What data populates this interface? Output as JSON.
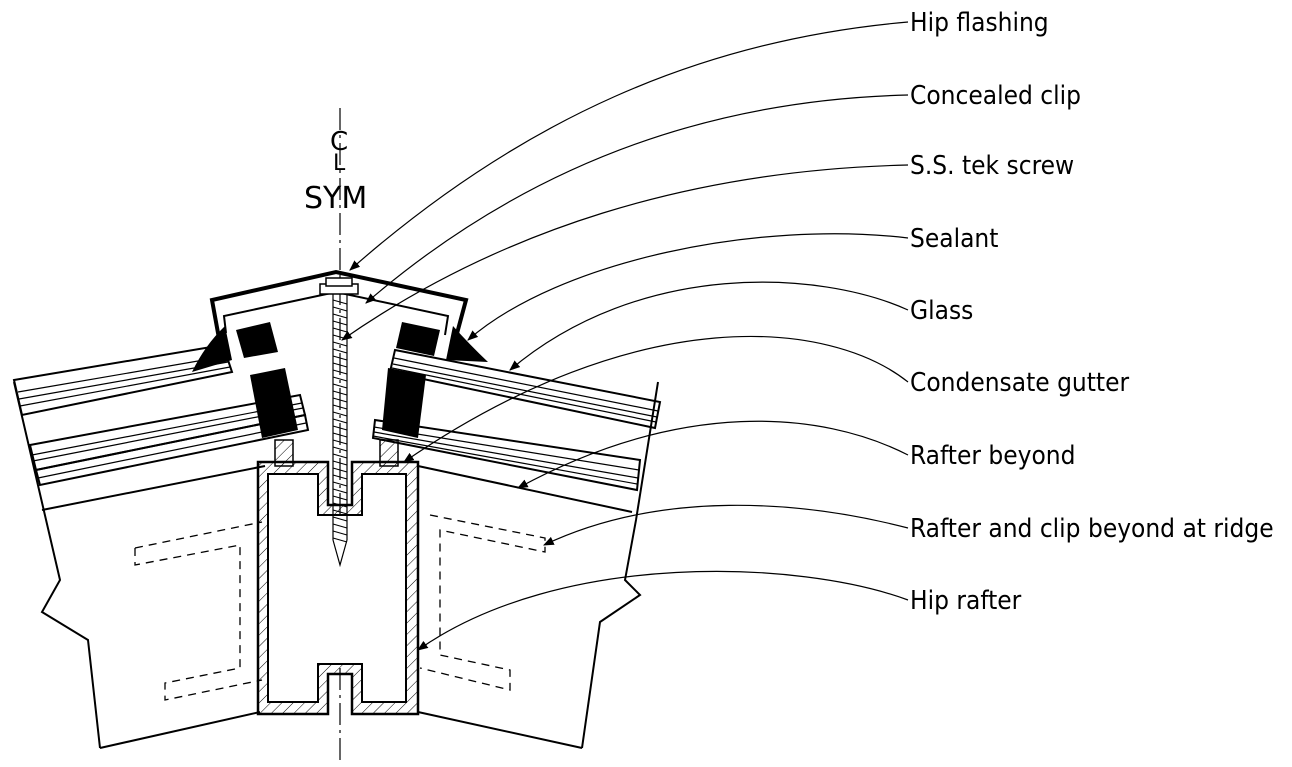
{
  "symbol": {
    "centerline": "CL",
    "text": "SYM"
  },
  "labels": [
    {
      "id": "hip-flashing",
      "text": "Hip flashing"
    },
    {
      "id": "concealed-clip",
      "text": "Concealed clip"
    },
    {
      "id": "ss-tek-screw",
      "text": "S.S. tek screw"
    },
    {
      "id": "sealant",
      "text": "Sealant"
    },
    {
      "id": "glass",
      "text": "Glass"
    },
    {
      "id": "condensate-gutter",
      "text": "Condensate gutter"
    },
    {
      "id": "rafter-beyond",
      "text": "Rafter beyond"
    },
    {
      "id": "rafter-clip-ridge",
      "text": "Rafter and clip beyond at ridge"
    },
    {
      "id": "hip-rafter",
      "text": "Hip rafter"
    }
  ]
}
